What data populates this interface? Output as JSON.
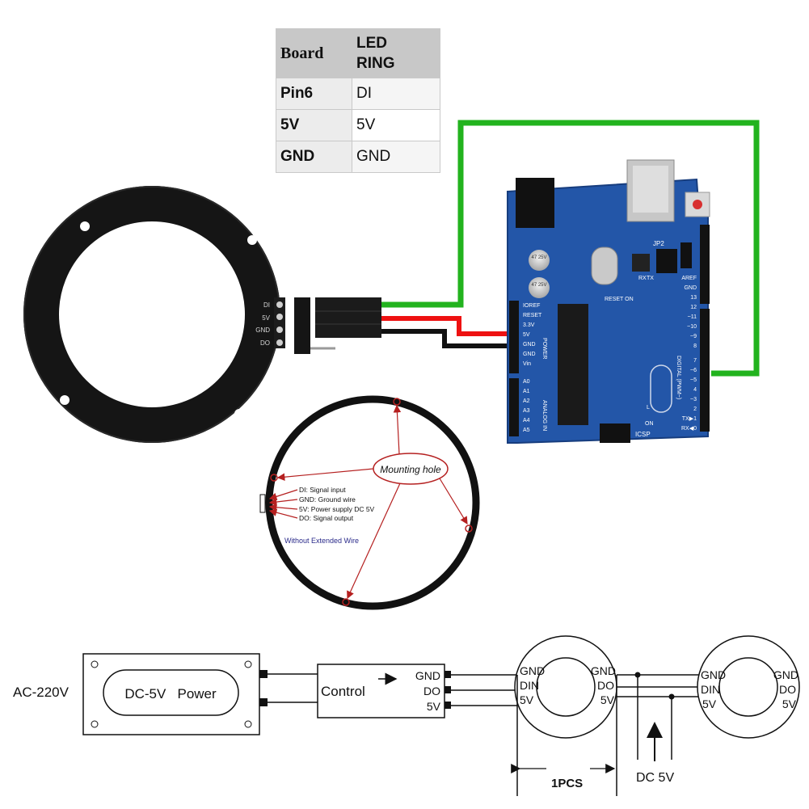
{
  "pin_table": {
    "headers": [
      "Board",
      "LED RING"
    ],
    "rows": [
      {
        "board": "Pin6",
        "ring": "DI"
      },
      {
        "board": "5V",
        "ring": "5V"
      },
      {
        "board": "GND",
        "ring": "GND"
      }
    ]
  },
  "ring_board": {
    "pins": [
      "DI",
      "5V",
      "GND",
      "DO"
    ]
  },
  "arduino": {
    "left_labels": [
      "IOREF",
      "RESET",
      "3.3V",
      "5V",
      "GND",
      "GND",
      "Vin"
    ],
    "analog_labels": [
      "A0",
      "A1",
      "A2",
      "A3",
      "A4",
      "A5"
    ],
    "power_label": "POWER",
    "analog_in_label": "ANALOG IN",
    "right_labels": [
      "AREF",
      "GND",
      "13",
      "12",
      "~11",
      "~10",
      "~9",
      "8",
      "7",
      "~6",
      "~5",
      "4",
      "~3",
      "2",
      "TX▶1",
      "RX◀0"
    ],
    "digital_label": "DIGITAL (PWM~)",
    "cap_text": "47 25V",
    "jp2": "JP2",
    "icsp": "ICSP",
    "reset_on": "RESET ON",
    "txrx": [
      "TX",
      "RX"
    ],
    "l_on": [
      "L",
      "ON"
    ]
  },
  "ring_diagram": {
    "callout": "Mounting hole",
    "pins": [
      "DI:  Signal input",
      "GND:  Ground wire",
      "5V:  Power supply DC 5V",
      "DO:  Signal output"
    ],
    "note": "Without Extended Wire"
  },
  "wiring": {
    "input": "AC-220V",
    "supply": "DC-5V   Power",
    "controller": "Control",
    "controller_pins": [
      "GND",
      "DO",
      "5V"
    ],
    "ring1_left": [
      "GND",
      "DIN",
      "5V"
    ],
    "ring1_right": [
      "GND",
      "DO",
      "5V"
    ],
    "ring2_left": [
      "GND",
      "DIN",
      "5V"
    ],
    "ring2_right": [
      "GND",
      "DO",
      "5V"
    ],
    "pcs_label": "1PCS",
    "dc_label": "DC 5V"
  },
  "colors": {
    "wire_green": "#22b31e",
    "wire_red": "#ee1111",
    "board_blue": "#2356a8",
    "ring_black": "#151515",
    "callout_red": "#b52020",
    "note_blue": "#2a2a8a"
  }
}
